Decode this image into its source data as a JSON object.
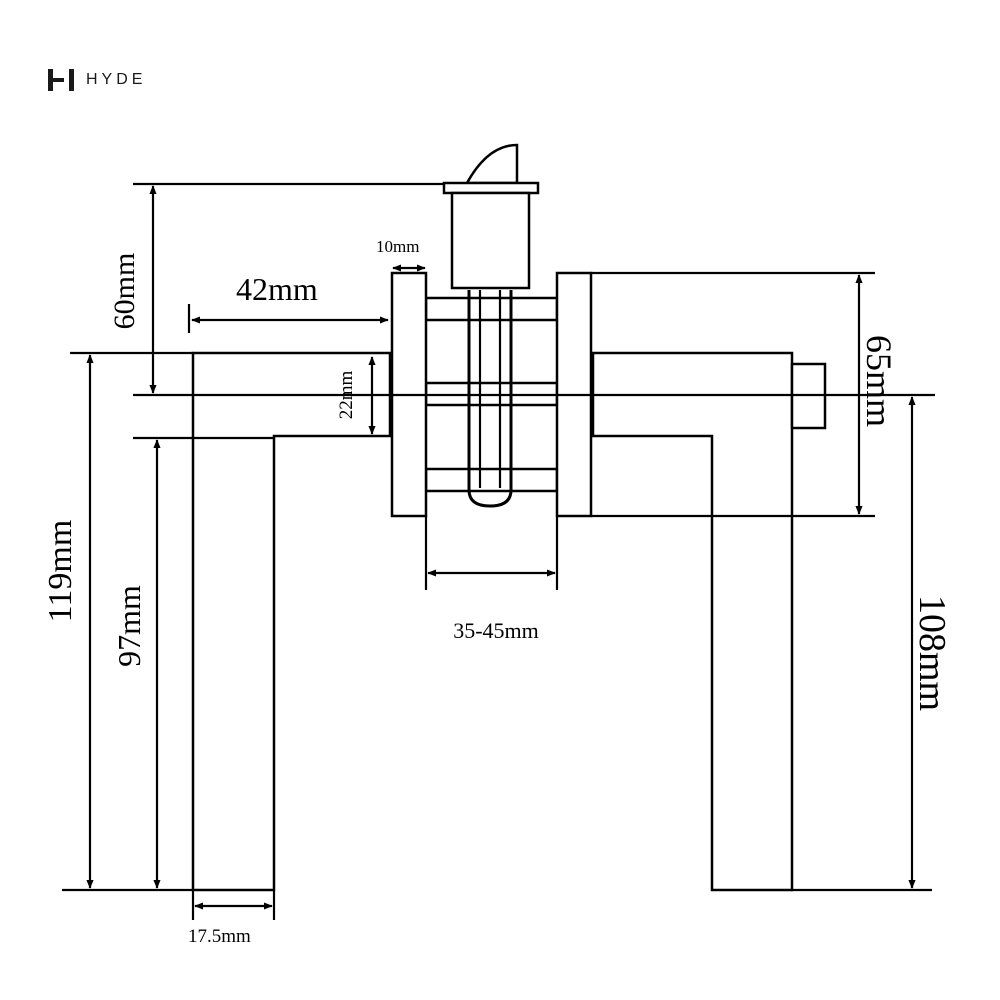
{
  "brand": {
    "name": "HYDE",
    "logo_icon": "hyde-h-logo"
  },
  "dimensions": {
    "cylinder_height": "60mm",
    "lever_reach": "42mm",
    "rose_thickness": "10mm",
    "spindle_offset": "22mm",
    "door_thickness": "35-45mm",
    "rose_height": "65mm",
    "left_lever_total": "119mm",
    "left_lever_drop": "97mm",
    "right_lever_total": "108mm",
    "lever_width": "17.5mm"
  }
}
